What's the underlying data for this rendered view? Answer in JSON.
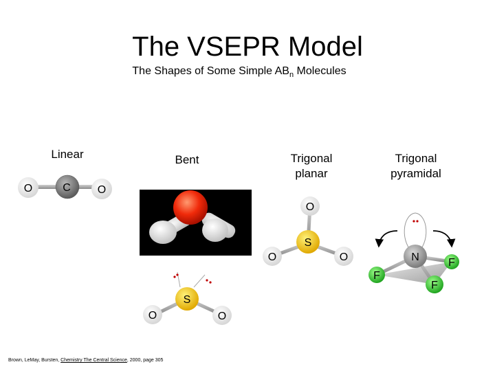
{
  "title": "The VSEPR Model",
  "subtitle": {
    "prefix": "The Shapes of Some Simple AB",
    "subscript": "n",
    "suffix": " Molecules"
  },
  "shapes": {
    "linear": {
      "label": "Linear",
      "atoms": {
        "left": "O",
        "center": "C",
        "right": "O"
      }
    },
    "bent": {
      "label": "Bent",
      "atoms": {
        "center": "S",
        "left": "O",
        "right": "O"
      }
    },
    "trigonal_planar": {
      "label_line1": "Trigonal",
      "label_line2": "planar",
      "atoms": {
        "top": "O",
        "center": "S",
        "left": "O",
        "right": "O"
      }
    },
    "trigonal_pyramidal": {
      "label_line1": "Trigonal",
      "label_line2": "pyramidal",
      "atoms": {
        "center": "N",
        "left": "F",
        "right": "F",
        "bottom": "F"
      }
    }
  },
  "citation": {
    "authors": "Brown, LeMay, Bursten, ",
    "book": "Chemistry The Central Science",
    "rest": ", 2000, page 305"
  },
  "colors": {
    "carbon": "#808080",
    "sulfur": "#f5c400",
    "nitrogen": "#909090",
    "fluorine": "#33cc33",
    "oxygen": "#ffffff",
    "water_oxygen": "#e8200a"
  }
}
